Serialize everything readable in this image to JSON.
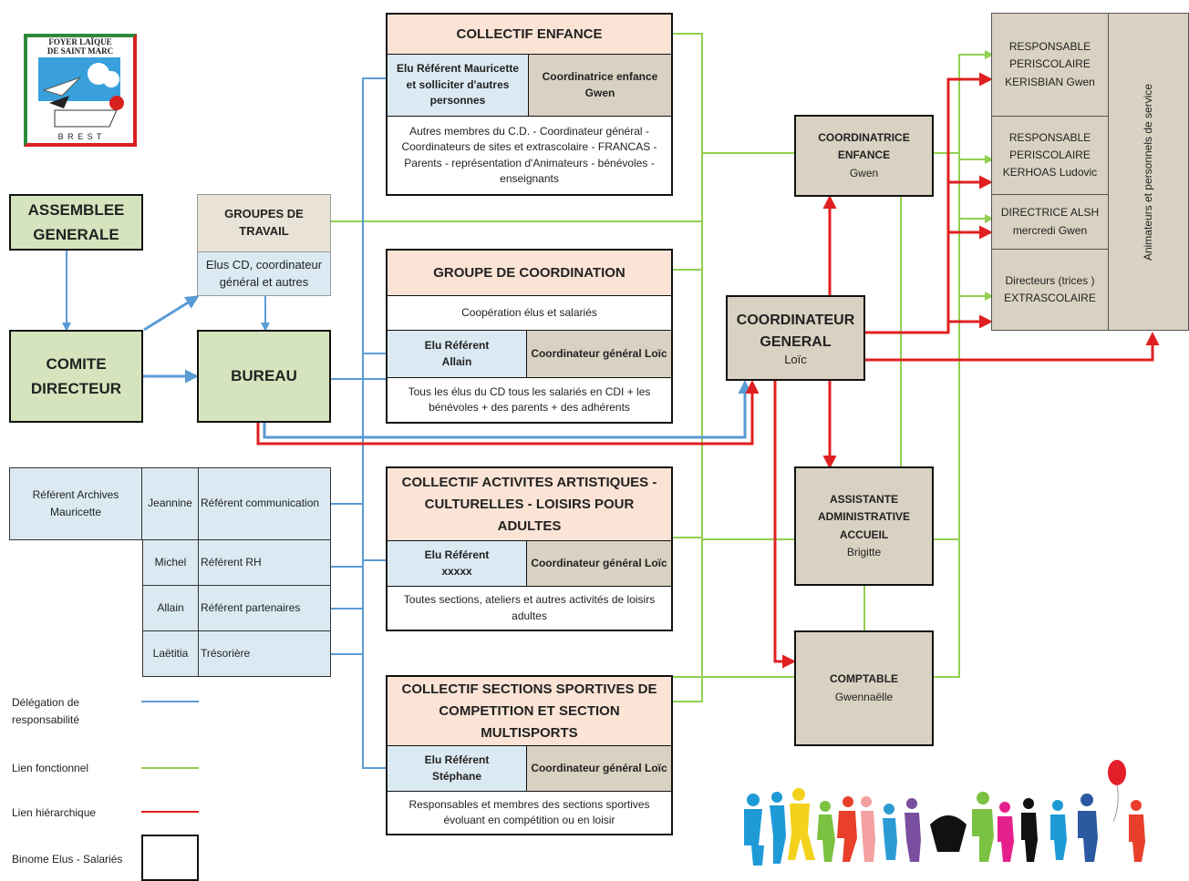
{
  "logo": {
    "line1": "FOYER LAÏQUE",
    "line2": "DE SAINT MARC",
    "city": "B R E S T"
  },
  "assemblee": "ASSEMBLEE GENERALE",
  "comite": "COMITE DIRECTEUR",
  "bureau": "BUREAU",
  "groupes": {
    "title": "GROUPES DE TRAVAIL",
    "desc": "Elus CD, coordinateur général et autres"
  },
  "collectif_enfance": {
    "title": "COLLECTIF ENFANCE",
    "elu": "Elu Référent Mauricette et solliciter d'autres personnes",
    "coord": "Coordinatrice enfance Gwen",
    "desc": "Autres membres du C.D. - Coordinateur général - Coordinateurs de sites et extrascolaire - FRANCAS - Parents - représentation d'Animateurs - bénévoles - enseignants"
  },
  "groupe_coord": {
    "title": "GROUPE DE COORDINATION",
    "sub": "Coopération élus et salariés",
    "elu": "Elu Référent Allain",
    "coord": "Coordinateur général Loïc",
    "desc": "Tous les élus du CD tous les salariés en CDI + les bénévoles + des parents + des adhérents"
  },
  "collectif_artistique": {
    "title": "COLLECTIF ACTIVITES ARTISTIQUES - CULTURELLES - LOISIRS POUR ADULTES",
    "elu": "Elu Référent xxxxx",
    "coord": "Coordinateur général Loïc",
    "desc": "Toutes sections, ateliers et autres activités de loisirs adultes"
  },
  "collectif_sportif": {
    "title": "COLLECTIF SECTIONS SPORTIVES DE COMPETITION ET SECTION MULTISPORTS",
    "elu": "Elu Référent Stéphane",
    "coord": "Coordinateur général Loïc",
    "desc": "Responsables et membres des sections sportives évoluant en compétition ou en loisir"
  },
  "coordinateur": {
    "title": "COORDINATEUR GENERAL",
    "name": "Loïc"
  },
  "coordinatrice": {
    "title": "COORDINATRICE ENFANCE",
    "name": "Gwen"
  },
  "assistante": {
    "title": "ASSISTANTE ADMINISTRATIVE ACCUEIL",
    "name": "Brigitte"
  },
  "comptable": {
    "title": "COMPTABLE",
    "name": "Gwennaëlle"
  },
  "right_boxes": [
    {
      "text": "RESPONSABLE PERISCOLAIRE KERISBIAN Gwen"
    },
    {
      "text": "RESPONSABLE PERISCOLAIRE KERHOAS Ludovic"
    },
    {
      "text": "DIRECTRICE ALSH mercredi Gwen"
    },
    {
      "text": "Directeurs (trices ) EXTRASCOLAIRE"
    }
  ],
  "animateurs": "Animateurs et personnels de service",
  "referents": {
    "archives": "Référent Archives Mauricette",
    "rows": [
      {
        "name": "Jeannine",
        "role": "Référent communication"
      },
      {
        "name": "Michel",
        "role": "Référent RH"
      },
      {
        "name": "Allain",
        "role": "Référent partenaires"
      },
      {
        "name": "Laëtitia",
        "role": "Trésorière"
      }
    ]
  },
  "legend": {
    "delegation": "Délégation de responsabilité",
    "fonctionnel": "Lien fonctionnel",
    "hierarchique": "Lien hiérarchique",
    "binome": "Binome Elus - Salariés"
  },
  "colors": {
    "blue": "#5b9bd5",
    "green": "#92d050",
    "red": "#e02020"
  }
}
